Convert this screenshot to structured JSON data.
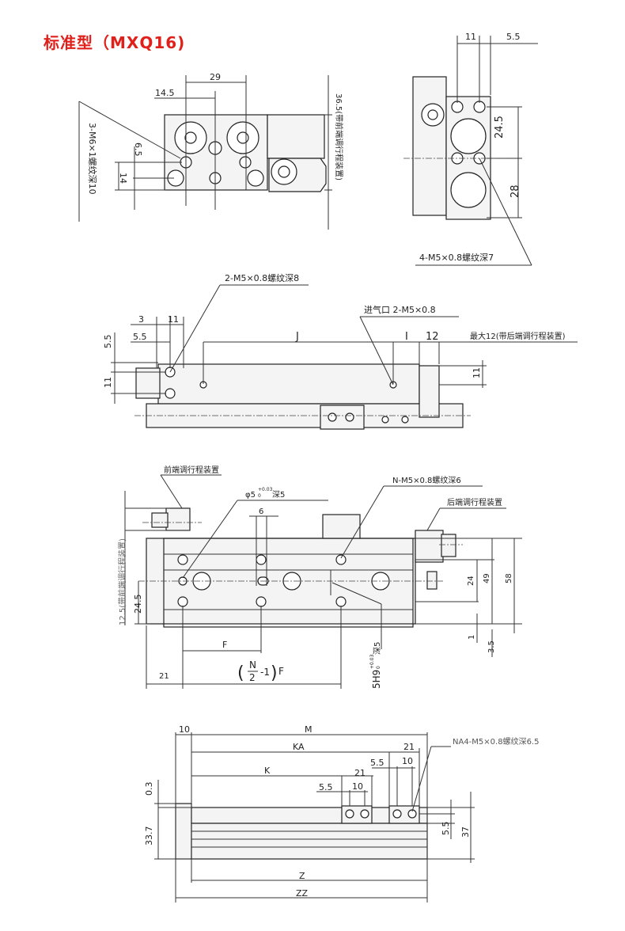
{
  "title": "标准型（MXQ16)",
  "end_view": {
    "dim_29": "29",
    "dim_14_5": "14.5",
    "thread_note": "3-M6×1螺纹深10",
    "dim_6_5": "6.5",
    "dim_14": "14",
    "dim_36_5": "36.5(带前端调行程装置)"
  },
  "rear_view": {
    "dim_11": "11",
    "dim_5_5": "5.5",
    "dim_24_5": "24.5",
    "dim_28": "28",
    "thread_note": "4-M5×0.8螺纹深7"
  },
  "side_view": {
    "thread_note": "2-M5×0.8螺纹深8",
    "port_note": "进气口 2-M5×0.8",
    "dim_3": "3",
    "dim_11_top": "11",
    "dim_5_5": "5.5",
    "dim_J": "J",
    "dim_I": "I",
    "dim_12": "12",
    "max_note": "最大12(带后端调行程装置)",
    "dim_5_5_v": "5.5",
    "dim_11_left": "11",
    "dim_11_right": "11"
  },
  "plan_view": {
    "front_adjuster": "前端调行程装置",
    "pin_hole": "φ5",
    "pin_tol_upper": "+0.03",
    "pin_tol_lower": "0",
    "pin_depth": "深5",
    "dim_6": "6",
    "thread_note": "N-M5×0.8螺纹深6",
    "rear_adjuster": "后端调行程装置",
    "dim_12_5": "12.5(带前端调行程装置)",
    "dim_24_5": "24.5",
    "dim_24": "24",
    "dim_49": "49",
    "dim_58": "58",
    "dim_1": "1",
    "dim_3_5": "3.5",
    "dim_F": "F",
    "formula_N": "N",
    "formula_2": "2",
    "formula_rest": "-1",
    "formula_F": "F",
    "dim_21": "21",
    "slot_note": "5H9",
    "slot_tol_upper": "+0.03",
    "slot_tol_lower": "0",
    "slot_depth": "深5"
  },
  "bottom_view": {
    "dim_10": "10",
    "dim_M": "M",
    "dim_KA": "KA",
    "dim_21_a": "21",
    "thread_note": "NA4-M5×0.8螺纹深6.5",
    "dim_5_5_a": "5.5",
    "dim_10_a": "10",
    "dim_K": "K",
    "dim_21_b": "21",
    "dim_5_5_b": "5.5",
    "dim_10_b": "10",
    "dim_0_3": "0.3",
    "dim_33_7": "33.7",
    "dim_5_5_v": "5.5",
    "dim_37": "37",
    "dim_Z": "Z",
    "dim_ZZ": "ZZ"
  }
}
